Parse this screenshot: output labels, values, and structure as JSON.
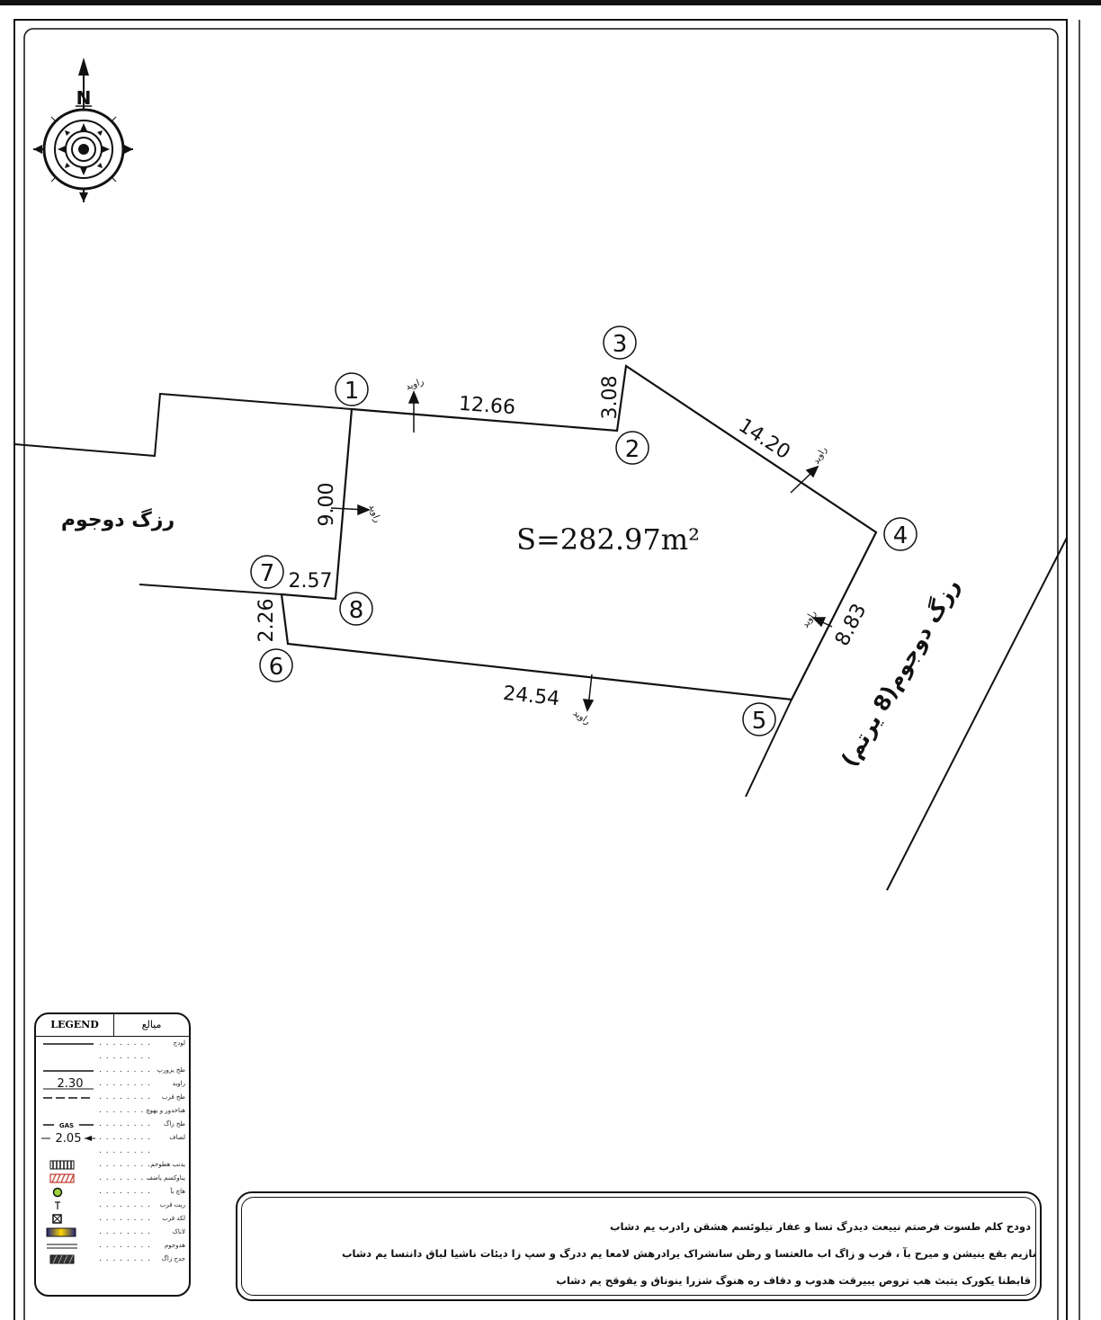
{
  "plan": {
    "area_label": "S=282.97m²",
    "north_label": "N",
    "street_left": "رزگ دوجوم",
    "street_right": "رزگ دوجوم(8 یرتم)",
    "points": [
      "1",
      "2",
      "3",
      "4",
      "5",
      "6",
      "7",
      "8"
    ],
    "dimensions": {
      "d12": "12.66",
      "d23": "3.08",
      "d34": "14.20",
      "d45": "8.83",
      "d56": "24.54",
      "d67": "2.26",
      "d78": "2.57",
      "d81": "9.00"
    },
    "arrow_labels": {
      "a1": "راوید",
      "a2": "راوید",
      "a3": "راوید",
      "a4": "راوید",
      "a5": "راوید"
    }
  },
  "legend": {
    "title_en": "LEGEND",
    "title_fa": "میالع",
    "rows": [
      {
        "label": "لودج",
        "symbol": "line"
      },
      {
        "label": "",
        "symbol": "none"
      },
      {
        "label": "طخ یزورپ",
        "symbol": "line"
      },
      {
        "label": "راوید",
        "symbol": "dim",
        "value": "2.30"
      },
      {
        "label": "طخ قرب",
        "symbol": "dash"
      },
      {
        "label": "هناخدور و یهوج",
        "symbol": "none"
      },
      {
        "label": "طخ زاگ",
        "symbol": "gas",
        "value": "GAS"
      },
      {
        "label": "لصاف",
        "symbol": "arrowdim",
        "value": "2.05"
      },
      {
        "label": "",
        "symbol": "none"
      },
      {
        "label": "یدنب هطوحم",
        "symbol": "hatch"
      },
      {
        "label": "یناوکسم یاضف",
        "symbol": "redhatch"
      },
      {
        "label": "هاچ بآ",
        "symbol": "circle"
      },
      {
        "label": "ریت قرب",
        "symbol": "tee"
      },
      {
        "label": "لکد قرب",
        "symbol": "xbox"
      },
      {
        "label": "لاناک",
        "symbol": "canal"
      },
      {
        "label": "هدوجوم",
        "symbol": "double"
      },
      {
        "label": "جدح زاگ",
        "symbol": "block"
      }
    ]
  },
  "notes": {
    "line1": "دودح کلم طسوت فرصتم نییعت دیدرگ تسا و عفار تیلوئسم هشقن رادرب یم دشاب",
    "line2": "نازیم بقع ینیشن و میرح بآ ، قرب و زاگ اب مالعتسا و رظن سانشراک یرادرهش لامعا یم ددرگ و سپ زا دیئات ناشیا لباق دانتسا یم دشاب",
    "line3": "قابطنا یکورک یتبث هب تروص یبیرقت هدوب و دقاف ره هنوگ شزرا ینوناق و یقوقح یم دشاب"
  }
}
